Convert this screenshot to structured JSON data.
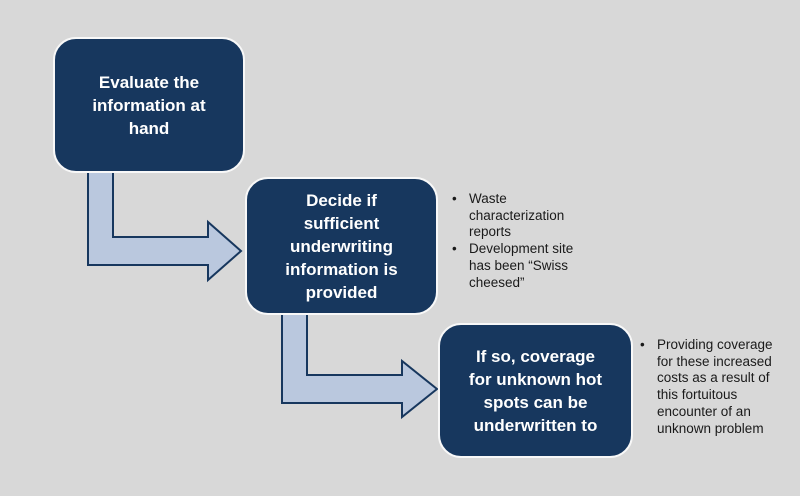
{
  "canvas": {
    "background_color": "#d8d8d8"
  },
  "colors": {
    "box_fill": "#17375e",
    "box_border": "#f8f8f8",
    "box_text": "#ffffff",
    "arrow_fill": "#bac8de",
    "arrow_outline": "#17375e",
    "note_text": "#1a1a1a"
  },
  "diagram": {
    "bullet_marker": "•",
    "steps": [
      {
        "title": "Evaluate the\ninformation at\nhand",
        "notes": []
      },
      {
        "title": "Decide if\nsufficient\nunderwriting\ninformation is\nprovided",
        "notes": [
          "Waste\ncharacterization\nreports",
          "Development site\nhas been “Swiss\ncheesed”"
        ]
      },
      {
        "title": "If so, coverage\nfor unknown hot\nspots can be\nunderwritten to",
        "notes": [
          "Providing coverage\nfor these increased\ncosts as a result of\nthis fortuitous\nencounter of an\nunknown problem"
        ]
      }
    ]
  }
}
